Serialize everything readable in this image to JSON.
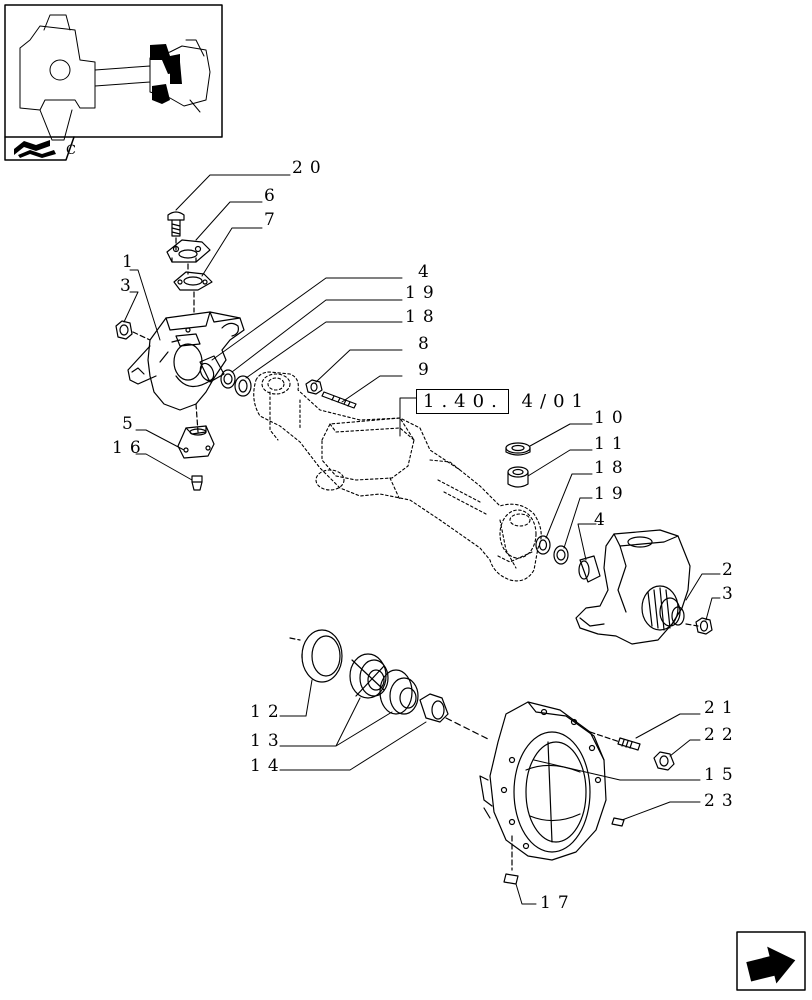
{
  "callouts": [
    "1",
    "2",
    "3",
    "3",
    "4",
    "4",
    "5",
    "6",
    "7",
    "8",
    "9",
    "10",
    "11",
    "12",
    "13",
    "14",
    "15",
    "16",
    "17",
    "18",
    "18",
    "19",
    "19",
    "20",
    "21",
    "22",
    "23"
  ],
  "reference": {
    "boxed": "1.40.",
    "suffix": "4/01"
  },
  "thumbnail_tab_label": "C",
  "colors": {
    "line": "#000000",
    "background": "#ffffff",
    "ghost_outline": "#000000",
    "thumb_highlight": "#000000"
  },
  "icons": [
    "book-icon",
    "nav-arrow-icon"
  ]
}
